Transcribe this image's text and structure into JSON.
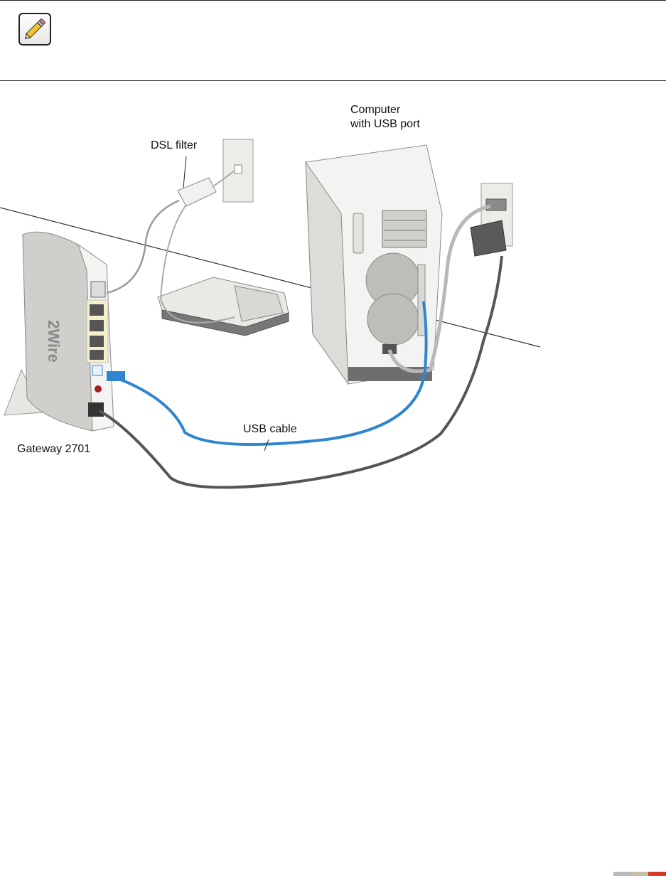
{
  "note": {
    "icon": "pencil-icon"
  },
  "labels": {
    "computer_line1": "Computer",
    "computer_line2": "with USB port",
    "dsl_filter": "DSL filter",
    "usb_cable": "USB cable",
    "gateway": "Gateway 2701"
  },
  "device_logo": "2Wire",
  "colors": {
    "usb_cable": "#2f86d0",
    "power_cable": "#555555",
    "footer_mark": [
      "#b9b9b9",
      "#c9bea6",
      "#d43a2a"
    ]
  }
}
